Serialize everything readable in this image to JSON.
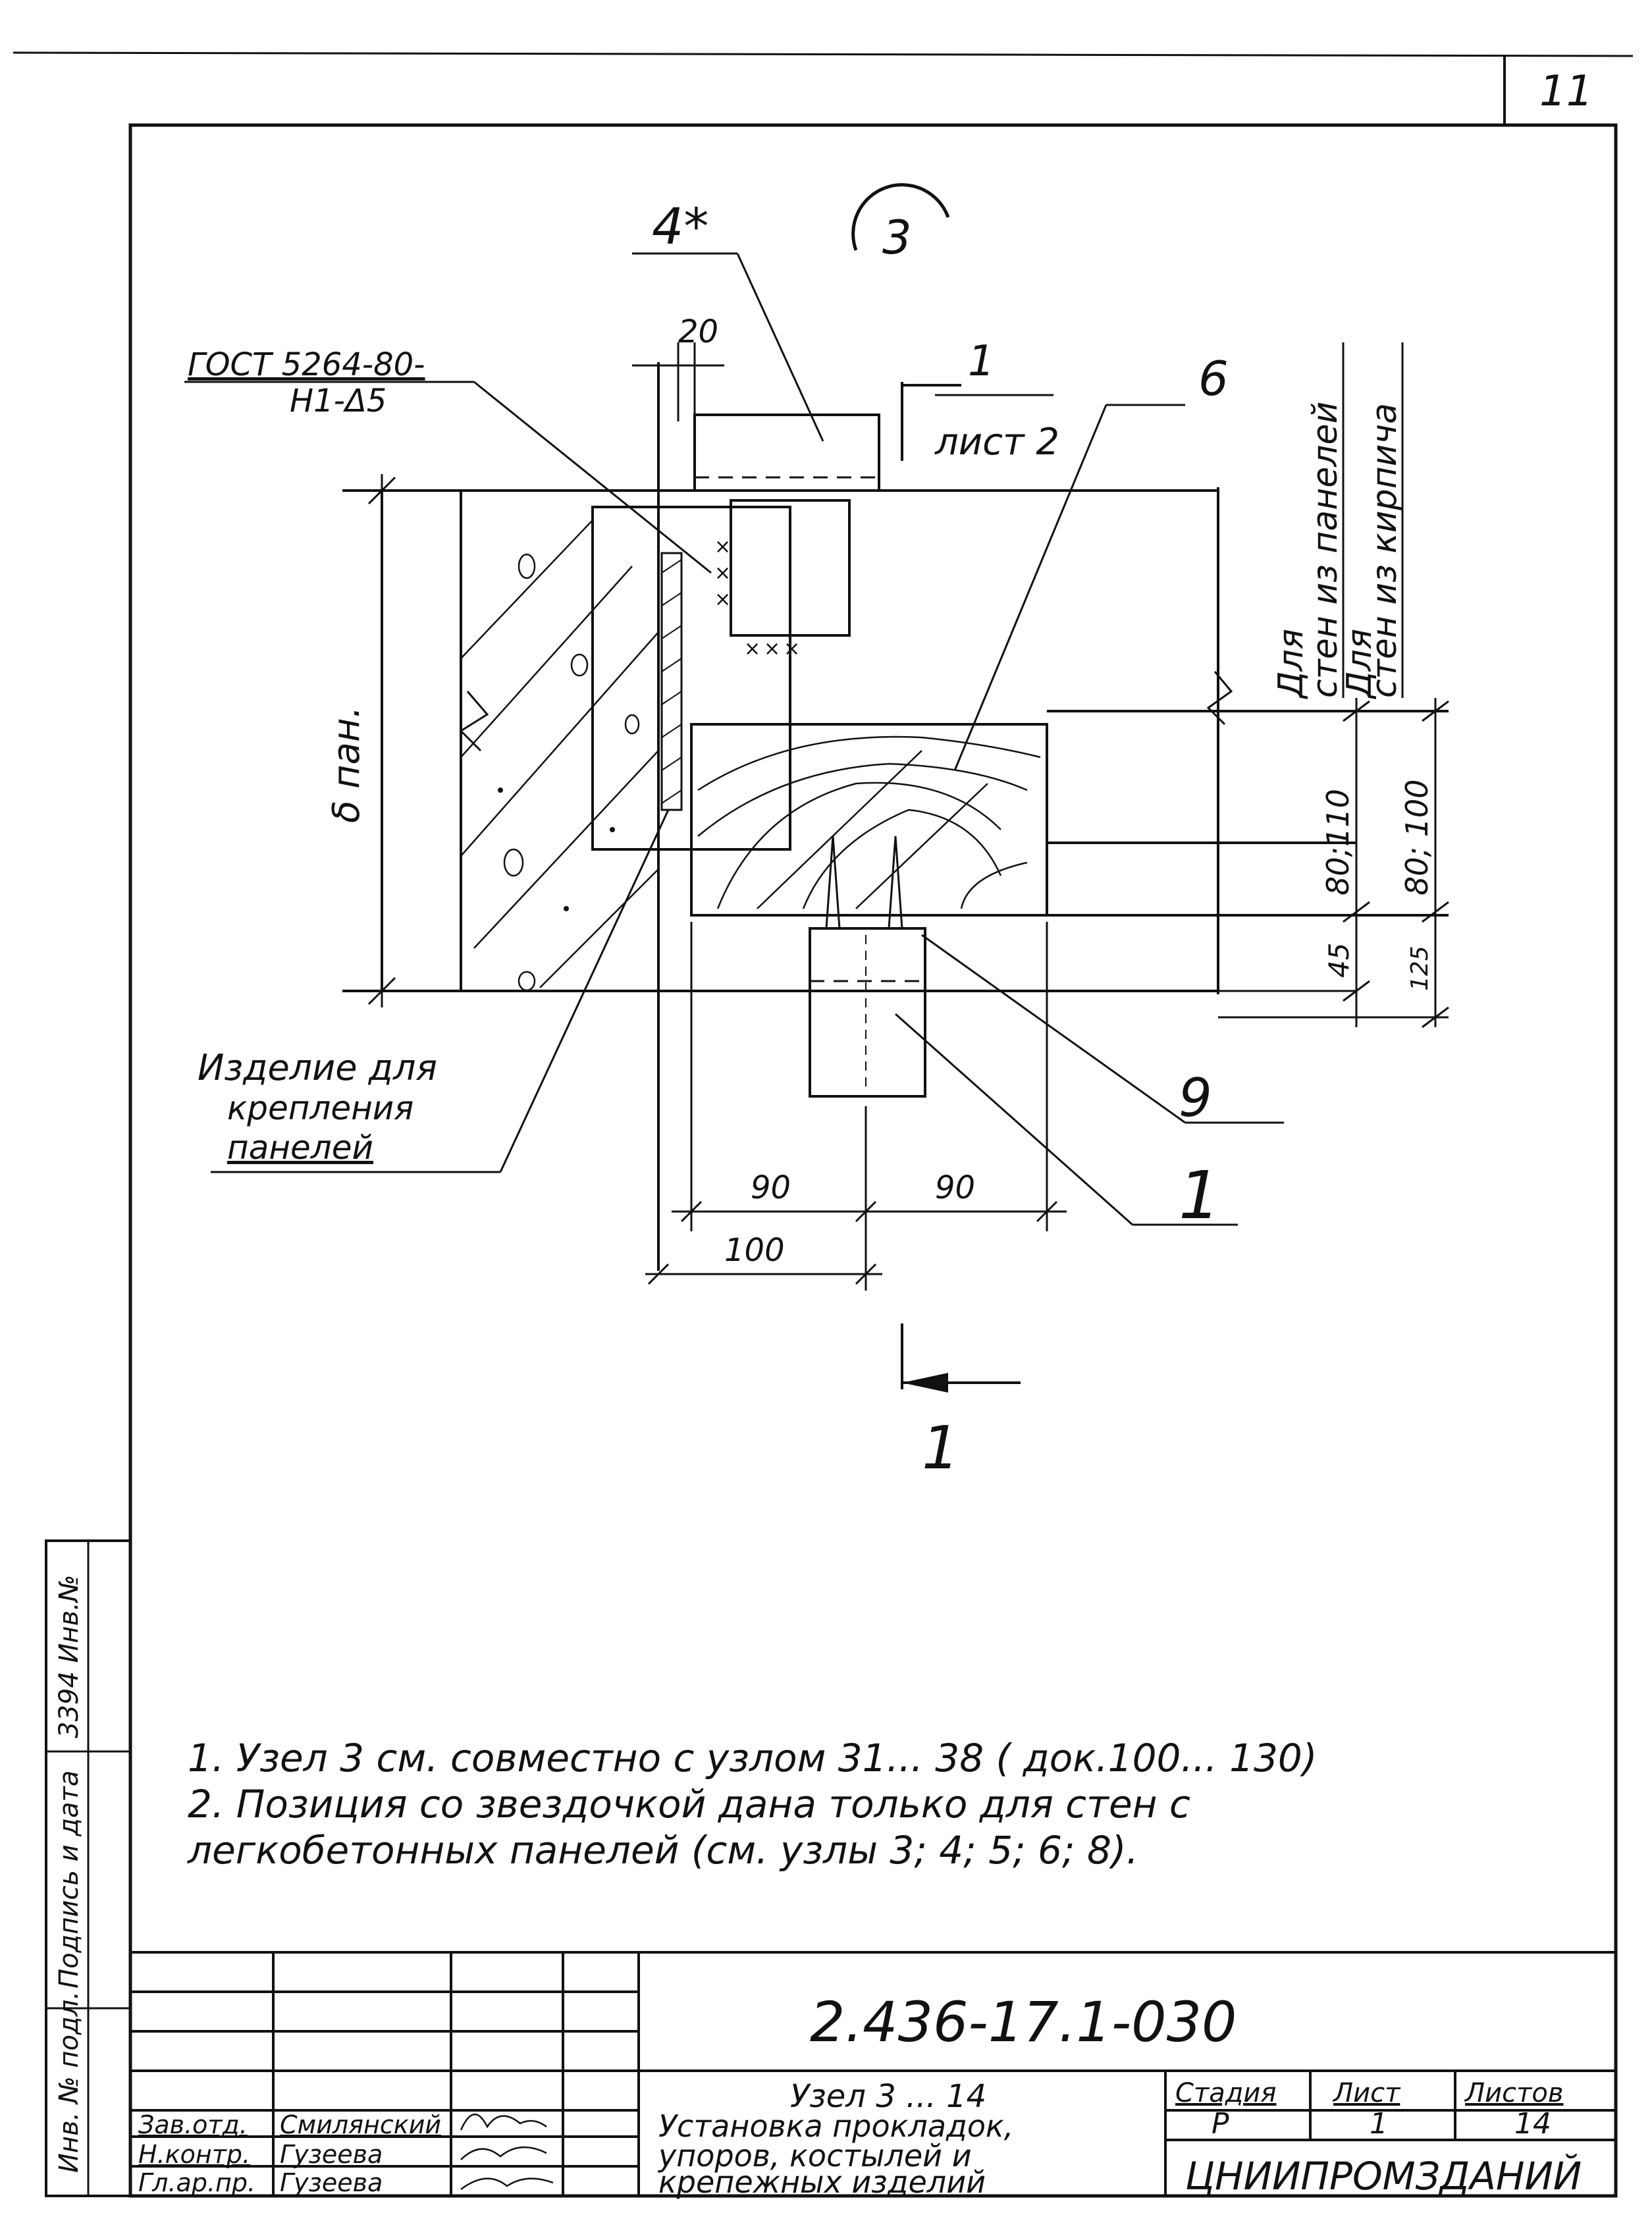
{
  "sheet": {
    "page_number": "11",
    "node_label": "3",
    "note_lines": [
      "1.  Узел 3  см.  совместно  с  узлом  31...  38 ( док.100...  130)",
      "2.  Позиция  со  звездочкой  дана  только  для  стен  с",
      "     легкобетонных    панелей (см. узлы  3; 4; 5; 6; 8)."
    ]
  },
  "drawing": {
    "callouts": {
      "pos_4star": "4*",
      "pos_6": "6",
      "pos_9": "9",
      "pos_1": "1",
      "gost_line1": "ГОСТ 5264-80-",
      "gost_line2": "Н1-Δ5",
      "product_line1": "Изделие  для",
      "product_line2": "крепления",
      "product_line3": "панелей",
      "section_top_num": "1",
      "section_top_sheet": "лист 2",
      "section_bottom_num": "1"
    },
    "dimensions": {
      "d20": "20",
      "b_pan": "δ пан.",
      "d90_left": "90",
      "d90_right": "90",
      "d100": "100",
      "panel_d1": "80;110",
      "panel_d2": "45",
      "brick_d1": "80; 100",
      "brick_d2": "125"
    },
    "side_labels": {
      "panels_1": "Для",
      "panels_2": "стен из панелей",
      "brick_1": "Для",
      "brick_2": "стен из кирпича"
    }
  },
  "title_block": {
    "doc_code": "2.436-17.1-030",
    "title_lines": [
      "Узел 3 ... 14",
      "Установка прокладок,",
      "упоров, костылей и",
      "крепежных  изделий"
    ],
    "stage_header": "Стадия",
    "sheet_header": "Лист",
    "sheets_header": "Листов",
    "stage_value": "Р",
    "sheet_value": "1",
    "sheets_value": "14",
    "organization": "ЦНИИПРОМЗДАНИЙ",
    "staff": [
      {
        "role": "Зав.отд.",
        "name": "Смилянский"
      },
      {
        "role": "Н.контр.",
        "name": "Гузеева"
      },
      {
        "role": "Гл.ар.пр.",
        "name": "Гузеева"
      }
    ]
  },
  "left_strip": {
    "inv_no": "Инв. № подл.",
    "signature_date": "Подпись и дата",
    "inv_value": "3394 Инв.№"
  }
}
